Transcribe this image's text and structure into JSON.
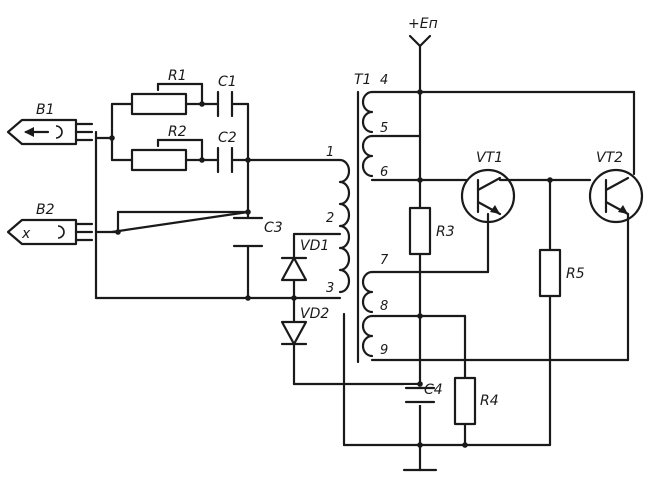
{
  "labels": {
    "supply": "+Еп",
    "t1": "T1",
    "b1": "B1",
    "b2": "B2",
    "r1": "R1",
    "r2": "R2",
    "r3": "R3",
    "r4": "R4",
    "r5": "R5",
    "c1": "C1",
    "c2": "C2",
    "c3": "C3",
    "c4": "C4",
    "vd1": "VD1",
    "vd2": "VD2",
    "vt1": "VT1",
    "vt2": "VT2",
    "b2_mark": "x"
  },
  "pins": [
    "1",
    "2",
    "3",
    "4",
    "5",
    "6",
    "7",
    "8",
    "9"
  ]
}
